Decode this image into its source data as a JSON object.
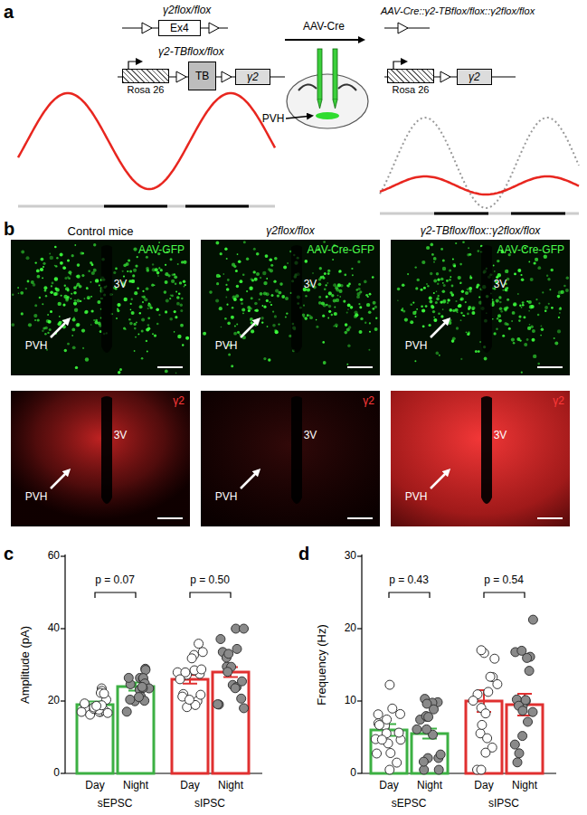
{
  "diagram": {
    "nodes": [
      {
        "text": [
          "Ex4"
        ]
      },
      {
        "text": [
          "Rosa 26"
        ]
      },
      {
        "text": [
          "TB"
        ]
      },
      {
        "text": [
          "γ2"
        ]
      },
      {
        "text": [
          "Rosa 26"
        ]
      },
      {
        "text": [
          "γ2"
        ]
      }
    ],
    "labels": [
      "a",
      "γ2flox/flox",
      "γ2-TBflox/flox",
      "AAV-Cre",
      "PVH",
      "AAV-Cre::γ2-TBflox/flox::γ2flox/flox",
      "b",
      "Control mice",
      "γ2flox/flox",
      "γ2-TBflox/flox::γ2flox/flox",
      "AAV-GFP",
      "3V",
      "PVH",
      "AAV-Cre-GFP",
      "3V",
      "PVH",
      "AAV-Cre-GFP",
      "3V",
      "PVH",
      "γ2",
      "3V",
      "PVH",
      "γ2",
      "3V",
      "PVH",
      "γ2",
      "3V",
      "PVH",
      "c",
      "Amplitude (pA)",
      "60",
      "40",
      "20",
      "0",
      "p = 0.07",
      "p = 0.50",
      "Day",
      "Night",
      "Day",
      "Night",
      "sEPSC",
      "sIPSC",
      "d",
      "Frequency (Hz)",
      "30",
      "20",
      "10",
      "0",
      "p = 0.43",
      "p = 0.54",
      "Day",
      "Night",
      "Day",
      "Night",
      "sEPSC",
      "sIPSC"
    ]
  }
}
